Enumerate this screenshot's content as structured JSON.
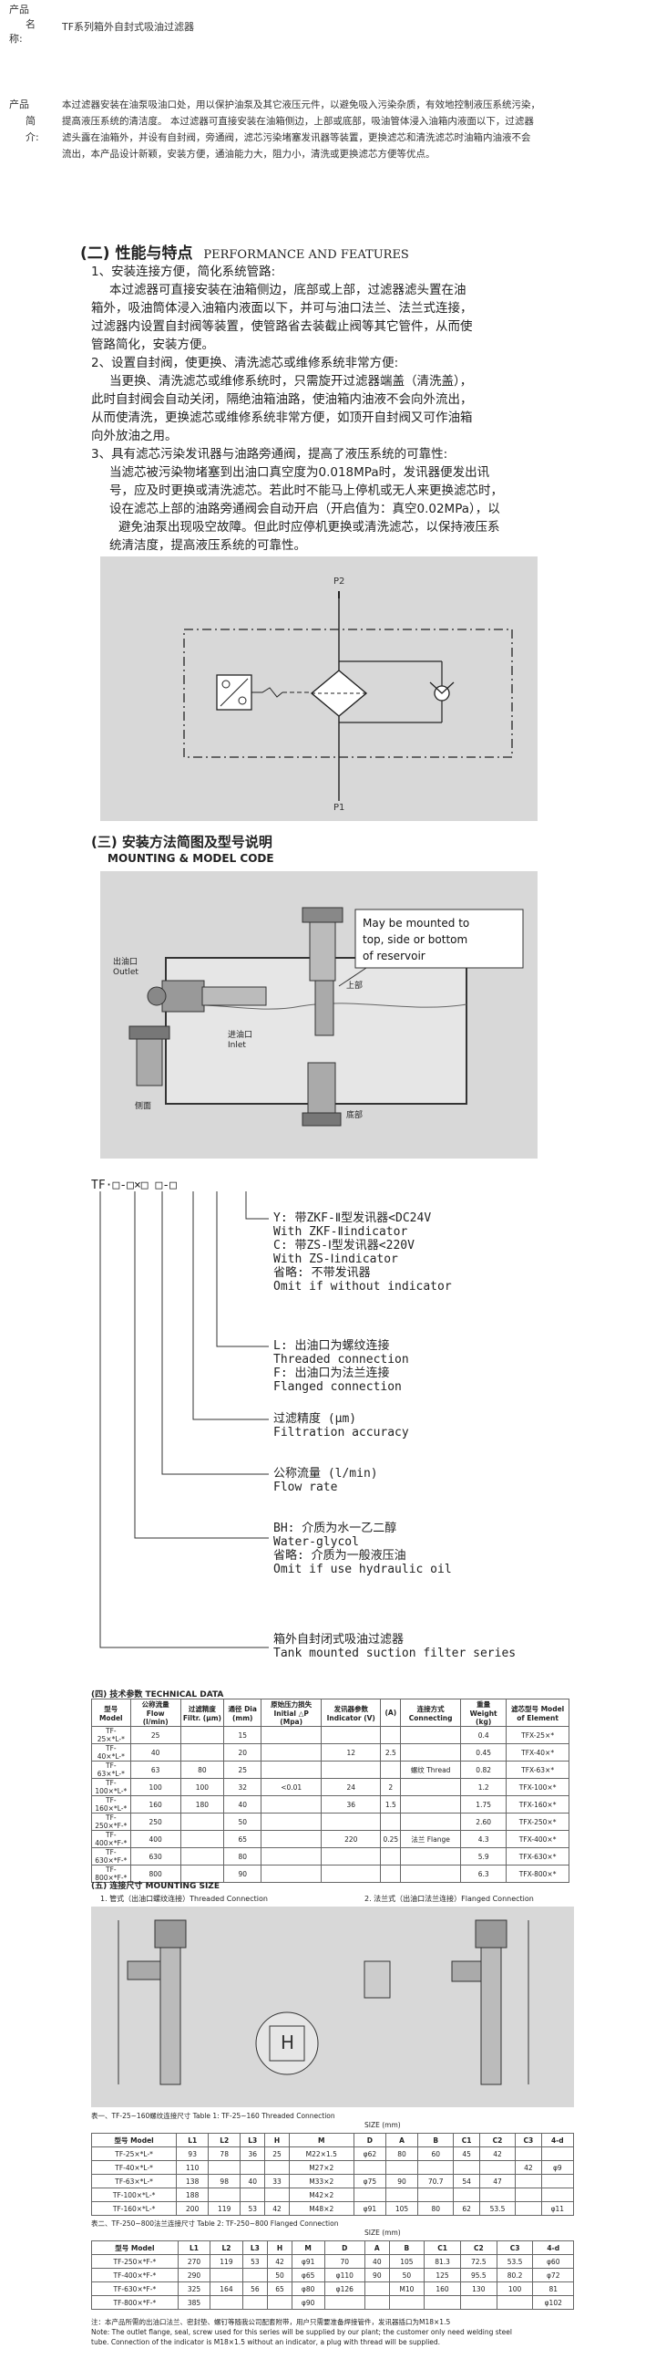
{
  "header": {
    "name_label_1": "产品",
    "name_label_2": "名",
    "name_label_3": "称:",
    "name_value": "TF系列箱外自封式吸油过滤器",
    "intro_label_1": "产品",
    "intro_label_2": "简",
    "intro_label_3": "介:",
    "intro_lines": [
      "本过滤器安装在油泵吸油口处，用以保护油泵及其它液压元件，以避免吸入污染杂质，有效地控制液压系统污染，",
      "提高液压系统的清洁度。  本过滤器可直接安装在油箱侧边，上部或底部，吸油管体浸入油箱内液面以下，过滤器",
      "滤头露在油箱外，并设有自封阀，旁通阀，滤芯污染堵塞发讯器等装置，更换滤芯和清洗滤芯时油箱内油液不会",
      "流出，本产品设计新颖，安装方便，通油能力大，阻力小，清洗或更换滤芯方便等优点。"
    ]
  },
  "features": {
    "title_cn": "(二) 性能与特点",
    "title_en": "PERFORMANCE AND FEATURES",
    "lines": [
      "1、安装连接方便，简化系统管路:",
      "本过滤器可直接安装在油箱侧边，底部或上部，过滤器滤头置在油",
      "箱外，吸油筒体浸入油箱内液面以下，并可与油口法兰、法兰式连接，",
      "过滤器内设置自封阀等装置，使管路省去装截止阀等其它管件，从而使",
      "管路简化，安装方便。",
      "2、设置自封阀，使更换、清洗滤芯或维修系统非常方便:",
      "当更换、清洗滤芯或维修系统时，只需旋开过滤器端盖（清洗盖），",
      "此时自封阀会自动关闭，隔绝油箱油路，使油箱内油液不会向外流出，",
      "从而使清洗，更换滤芯或维修系统非常方便，如顶开自封阀又可作油箱",
      "向外放油之用。",
      "3、具有滤芯污染发讯器与油路旁通阀，提高了液压系统的可靠性:",
      "当滤芯被污染物堵塞到出油口真空度为0.018MPa时，发讯器便发出讯",
      "号，应及时更换或清洗滤芯。若此时不能马上停机或无人来更换滤芯时，",
      "设在滤芯上部的油路旁通阀会自动开启（开启值为：真空0.02MPa），以",
      "避免油泵出现吸空故障。但此时应停机更换或清洗滤芯，以保持液压系",
      "统清洁度，提高液压系统的可靠性。"
    ]
  },
  "schematic": {
    "p2": "P2",
    "p1": "P1"
  },
  "mounting": {
    "title_cn": "(三) 安装方法简图及型号说明",
    "title_en": "MOUNTING & MODEL CODE",
    "note_lines": [
      "May be mounted to",
      "top, side or bottom",
      "of reservoir"
    ],
    "outlet_cn": "出油口",
    "outlet_en": "Outlet",
    "inlet_cn": "进油口",
    "inlet_en": "Inlet",
    "top_cn": "上部",
    "side_cn": "侧面",
    "bottom_cn": "底部"
  },
  "model_code": {
    "code": "TF·□-□×□ □-□",
    "groups": [
      [
        "Y: 带ZKF-Ⅱ型发讯器<DC24V",
        "     With ZKF-Ⅱindicator",
        "C: 带ZS-Ⅰ型发讯器<220V",
        "     With ZS-Ⅰindicator",
        "省略: 不带发讯器",
        "Omit if without indicator"
      ],
      [
        "L: 出油口为螺纹连接",
        "Threaded connection",
        "F: 出油口为法兰连接",
        "Flanged connection"
      ],
      [
        "过滤精度 (μm)",
        "Filtration accuracy"
      ],
      [
        "公称流量 (l/min)",
        "Flow rate"
      ],
      [
        "BH: 介质为水一乙二醇",
        "Water-glycol",
        "省略: 介质为一般液压油",
        "Omit if use hydraulic oil"
      ],
      [
        "箱外自封闭式吸油过滤器",
        "Tank mounted suction filter series"
      ]
    ]
  },
  "tech_data": {
    "title": "(四) 技术参数  TECHNICAL DATA",
    "headers": [
      "型号 Model",
      "公称流量 Flow (l/min)",
      "过滤精度 Filtr. (μm)",
      "通径 Dia (mm)",
      "原始压力损失 Initial △P (Mpa)",
      "发讯器参数 Indicator (V)",
      "(A)",
      "连接方式 Connecting",
      "重量 Weight (kg)",
      "滤芯型号 Model of Element"
    ],
    "rows": [
      [
        "TF-25×*L-*",
        "25",
        "",
        "15",
        "",
        "",
        "",
        "",
        "0.4",
        "TFX-25×*"
      ],
      [
        "TF-40×*L-*",
        "40",
        "",
        "20",
        "",
        "12",
        "2.5",
        "",
        "0.45",
        "TFX-40×*"
      ],
      [
        "TF-63×*L-*",
        "63",
        "80",
        "25",
        "",
        "",
        "",
        "螺纹 Thread",
        "0.82",
        "TFX-63×*"
      ],
      [
        "TF-100×*L-*",
        "100",
        "100",
        "32",
        "<0.01",
        "24",
        "2",
        "",
        "1.2",
        "TFX-100×*"
      ],
      [
        "TF-160×*L-*",
        "160",
        "180",
        "40",
        "",
        "36",
        "1.5",
        "",
        "1.75",
        "TFX-160×*"
      ],
      [
        "TF-250×*F-*",
        "250",
        "",
        "50",
        "",
        "",
        "",
        "",
        "2.60",
        "TFX-250×*"
      ],
      [
        "TF-400×*F-*",
        "400",
        "",
        "65",
        "",
        "220",
        "0.25",
        "法兰 Flange",
        "4.3",
        "TFX-400×*"
      ],
      [
        "TF-630×*F-*",
        "630",
        "",
        "80",
        "",
        "",
        "",
        "",
        "5.9",
        "TFX-630×*"
      ],
      [
        "TF-800×*F-*",
        "800",
        "",
        "90",
        "",
        "",
        "",
        "",
        "6.3",
        "TFX-800×*"
      ]
    ]
  },
  "connecting": {
    "title": "(五) 连接尺寸  MOUNTING SIZE",
    "sub1": "1. 管式（出油口螺纹连接）Threaded Connection",
    "sub2": "2. 法兰式（出油口法兰连接）Flanged Connection",
    "table1_caption": "表一、TF-25~160螺纹连接尺寸        Table 1: TF-25~160 Threaded Connection",
    "table2_caption": "表二、TF-250~800法兰连接尺寸        Table 2: TF-250~800 Flanged Connection",
    "size_label": "SIZE (mm)",
    "table1_headers": [
      "型号 Model",
      "L1",
      "L2",
      "L3",
      "H",
      "M",
      "D",
      "A",
      "B",
      "C1",
      "C2",
      "C3",
      "4-d"
    ],
    "table1_rows": [
      [
        "TF-25×*L-*",
        "93",
        "78",
        "36",
        "25",
        "M22×1.5",
        "φ62",
        "80",
        "60",
        "45",
        "42",
        "",
        ""
      ],
      [
        "TF-40×*L-*",
        "110",
        "",
        "",
        "",
        "M27×2",
        "",
        "",
        "",
        "",
        "",
        "42",
        "φ9"
      ],
      [
        "TF-63×*L-*",
        "138",
        "98",
        "40",
        "33",
        "M33×2",
        "φ75",
        "90",
        "70.7",
        "54",
        "47",
        "",
        ""
      ],
      [
        "TF-100×*L-*",
        "188",
        "",
        "",
        "",
        "M42×2",
        "",
        "",
        "",
        "",
        "",
        "",
        ""
      ],
      [
        "TF-160×*L-*",
        "200",
        "119",
        "53",
        "42",
        "M48×2",
        "φ91",
        "105",
        "80",
        "62",
        "53.5",
        "",
        "φ11"
      ]
    ],
    "table2_headers": [
      "型号 Model",
      "L1",
      "L2",
      "L3",
      "H",
      "M",
      "D",
      "A",
      "B",
      "C1",
      "C2",
      "C3",
      "4-d"
    ],
    "table2_rows": [
      [
        "TF-250×*F-*",
        "270",
        "119",
        "53",
        "42",
        "φ91",
        "70",
        "40",
        "105",
        "81.3",
        "72.5",
        "53.5",
        "φ60"
      ],
      [
        "TF-400×*F-*",
        "290",
        "",
        "",
        "50",
        "φ65",
        "φ110",
        "90",
        "50",
        "125",
        "95.5",
        "80.2",
        "φ72"
      ],
      [
        "TF-630×*F-*",
        "325",
        "164",
        "56",
        "65",
        "φ80",
        "φ126",
        "",
        "M10",
        "160",
        "130",
        "100",
        "81"
      ],
      [
        "TF-800×*F-*",
        "385",
        "",
        "",
        "",
        "φ90",
        "",
        "",
        "",
        "",
        "",
        "",
        "φ102"
      ]
    ],
    "note_lines": [
      "注：本产品所需的出油口法兰、密封垫、螺钉等随我公司配套附带，用户只需要准备焊接管件，发讯器插口为M18×1.5",
      "Note: The outlet flange, seal, screw used for this series will be supplied by our plant; the customer only need welding steel",
      "tube. Connection of the indicator is M18×1.5 without an indicator, a plug with thread will be supplied."
    ]
  }
}
